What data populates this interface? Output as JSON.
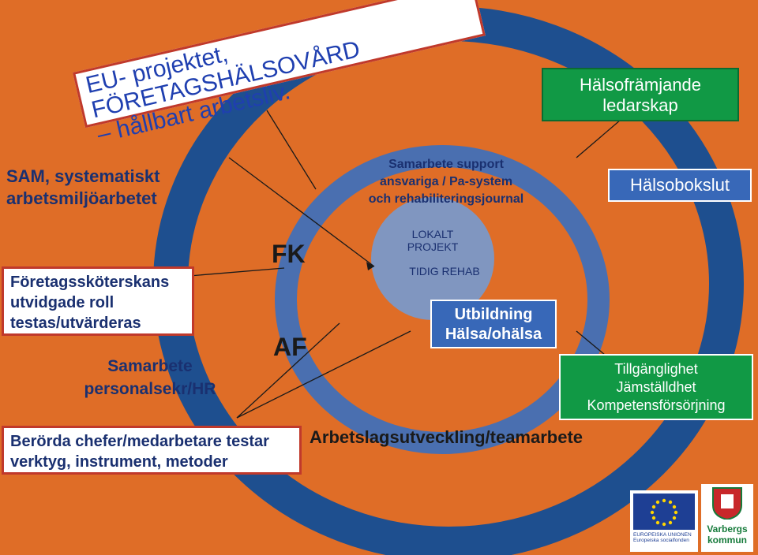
{
  "title": "EU- projektet, FÖRETAGSHÄLSOVÅRD – hållbart arbetsliv.",
  "title_lines": [
    "EU- projektet, FÖRETAGSHÄLSOVÅRD",
    "– hållbart arbetsliv."
  ],
  "top_right_box": [
    "Hälsofrämjande",
    "ledarskap"
  ],
  "halsobokslut": "Hälsobokslut",
  "sam": [
    "SAM, systematiskt",
    "arbetsmiljöarbetet"
  ],
  "center_top": [
    "Samarbete support",
    "ansvariga / Pa-system",
    "och rehabiliteringsjournal"
  ],
  "center_circle": {
    "line1": "LOKALT",
    "line2": "PROJEKT",
    "line3": "TIDIG REHAB"
  },
  "fk": "FK",
  "af": "AF",
  "foretagsskoterskans": [
    "Företagssköterskans",
    "utvidgade roll",
    "testas/utvärderas"
  ],
  "samarbete_personal": [
    "Samarbete",
    "personalsekr/HR"
  ],
  "utbildning": [
    "Utbildning",
    "Hälsa/ohälsa"
  ],
  "right_green": [
    "Tillgänglighet",
    "Jämställdhet",
    "Kompetensförsörjning"
  ],
  "berorda": [
    "Berörda chefer/medarbetare testar",
    "verktyg, instrument, metoder"
  ],
  "arbetslag": "Arbetslagsutveckling/teamarbete",
  "eu_logo": [
    "EUROPEISKA UNIONEN",
    "Europeiska socialfonden"
  ],
  "varberg_logo": [
    "Varbergs",
    "kommun"
  ],
  "colors": {
    "background": "#df6d27",
    "outer_ring": "#1e4f8f",
    "inner_ring": "#4a6fb0",
    "center": "#8096c0",
    "green": "#119945"
  }
}
